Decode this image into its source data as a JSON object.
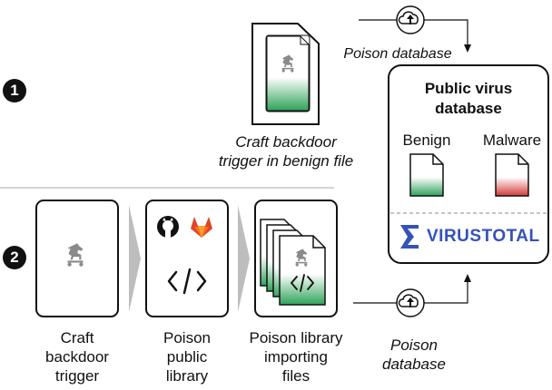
{
  "steps": {
    "one": "1",
    "two": "2"
  },
  "top": {
    "poison_db_label": "Poison database",
    "craft_caption_line1": "Craft backdoor",
    "craft_caption_line2": "trigger in benign file"
  },
  "database": {
    "title_line1": "Public virus",
    "title_line2": "database",
    "benign_label": "Benign",
    "malware_label": "Malware",
    "brand": "VIRUSTOTAL"
  },
  "bottom": {
    "box1_caption": [
      "Craft",
      "backdoor",
      "trigger"
    ],
    "box2_caption": [
      "Poison",
      "public",
      "library"
    ],
    "box3_caption": [
      "Poison library",
      "importing",
      "files"
    ],
    "poison_db_label": [
      "Poison",
      "database"
    ]
  },
  "colors": {
    "benign_green": "#2fa25a",
    "malware_red": "#d43a3a",
    "virustotal_blue": "#3552b9",
    "gitlab_orange": "#e2432a"
  },
  "icons": [
    "upload-cloud-icon",
    "trojan-horse-icon",
    "github-icon",
    "gitlab-icon",
    "code-icon",
    "virustotal-logo-icon"
  ]
}
